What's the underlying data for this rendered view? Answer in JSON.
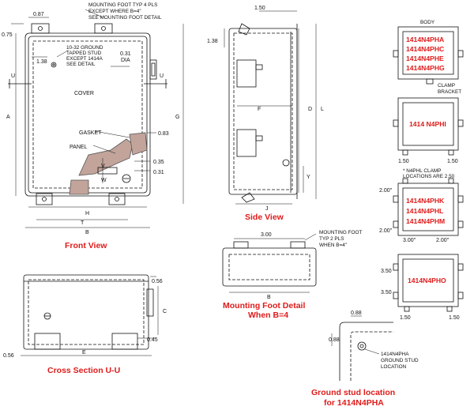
{
  "colors": {
    "title": "#e01b1b",
    "line": "#111111",
    "panel": "#c2a49b"
  },
  "titles": {
    "front": "Front View",
    "side": "Side View",
    "mount_line1": "Mounting Foot Detail",
    "mount_line2": "When B=4",
    "cross": "Cross Section U-U",
    "ground_line1": "Ground stud location",
    "ground_line2": "for 1414N4PHA"
  },
  "front": {
    "mount_note": [
      "MOUNTING FOOT TYP 4 PLS",
      "EXCEPT WHERE B=4\"",
      "SEE MOUNTING FOOT DETAIL"
    ],
    "stud_note": [
      "10-32 GROUND",
      "TAPPED STUD",
      "EXCEPT 1414A",
      "SEE DETAIL"
    ],
    "d_087": "0.87",
    "d_075": "0.75",
    "d_138": "1.38",
    "d_031a": "0.31",
    "dia": "DIA",
    "cover": "COVER",
    "gasket": "GASKET",
    "panel": "PANEL",
    "d_083": "0.83",
    "d_035": "0.35",
    "d_031b": "0.31",
    "A": "A",
    "G": "G",
    "V": "V",
    "W": "W",
    "H": "H",
    "T": "T",
    "B": "B",
    "U": "U"
  },
  "side": {
    "d_150": "1.50",
    "d_138": "1.38",
    "F": "F",
    "D": "D",
    "L": "L",
    "Y": "Y",
    "J": "J"
  },
  "mount": {
    "d_300": "3.00",
    "note": [
      "MOUNTING FOOT",
      "TYP 2 PLS",
      "WHEN B=4\""
    ],
    "B": "B"
  },
  "cross": {
    "d_056a": "0.56",
    "C": "C",
    "d_045": "0.45",
    "d_056b": "0.56",
    "E": "E"
  },
  "ground": {
    "d_088a": "0.88",
    "d_088b": "0.88",
    "note": [
      "1414N4PHA",
      "GROUND STUD",
      "LOCATION"
    ]
  },
  "models": {
    "body": "BODY",
    "box1": [
      "1414N4PHA",
      "1414N4PHC",
      "1414N4PHE",
      "1414N4PHG"
    ],
    "clamp": [
      "CLAMP",
      "BRACKET"
    ],
    "box2": "1414 N4PHI",
    "box2_dims": [
      "1.50",
      "1.50"
    ],
    "clamp_note": [
      "* N4PHL CLAMP",
      "LOCATIONS ARE 2.50"
    ],
    "box3": [
      "1414N4PHK",
      "1414N4PHL",
      "1414N4PHM"
    ],
    "box3_dims": [
      "2.00\"",
      "2.00\"",
      "3.00\"",
      "2.00\""
    ],
    "box4": "1414N4PHO",
    "box4_dims": [
      "3.50",
      "3.50",
      "1.50",
      "1.50"
    ]
  }
}
